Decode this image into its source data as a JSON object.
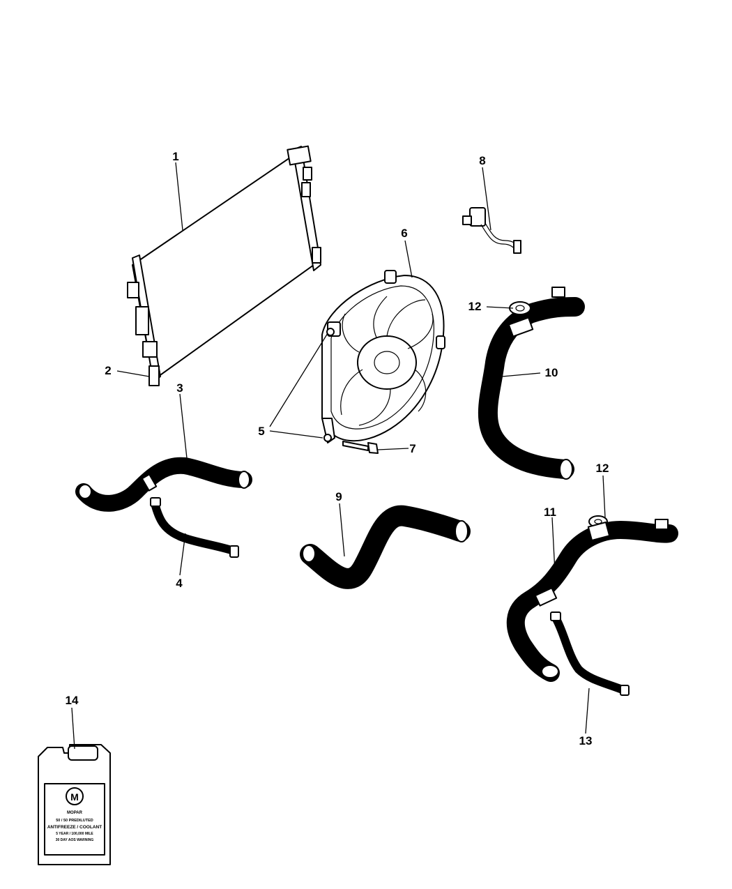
{
  "callouts": {
    "c1": "1",
    "c2": "2",
    "c3": "3",
    "c4": "4",
    "c5": "5",
    "c6": "6",
    "c7": "7",
    "c8": "8",
    "c9": "9",
    "c10": "10",
    "c11": "11",
    "c12a": "12",
    "c12b": "12",
    "c13": "13",
    "c14": "14"
  },
  "coolant_label": {
    "brand": "MOPAR",
    "line1": "50 / 50 PREDILUTED",
    "line2": "ANTIFREEZE / COOLANT",
    "line3": "5 YEAR / 100,000 MILE",
    "line4": "30 DAY AOS WARNING"
  }
}
